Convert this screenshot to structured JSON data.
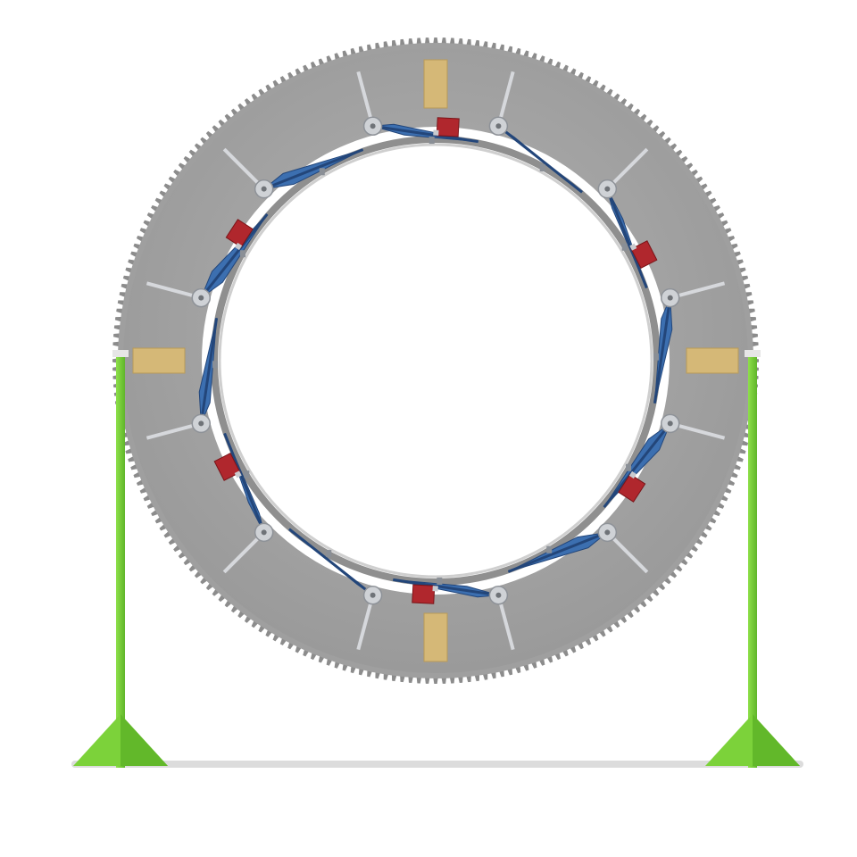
{
  "colors": {
    "background": "#ffffff",
    "gear_ring": "#a6a6a6",
    "gear_teeth": "#8c8c8c",
    "ring_face": "#a9a9a9",
    "spoke": "#d6d8dc",
    "tan_block": "#d5b877",
    "inner_bearing": "#9a9a9a",
    "arm_blue": "#3c6fb0",
    "arm_blue_dark": "#23467a",
    "pulley": "#cfd2d6",
    "red_block": "#b0272d",
    "stand_green": "#7cd23a",
    "stand_green_dark": "#56a822",
    "shadow": "#d9d9d9"
  },
  "icons": {
    "gear_ring": "gear-ring-icon",
    "linkage": "iris-linkage-icon",
    "stand": "support-stand-icon"
  },
  "counts": {
    "gear_teeth": 240,
    "spokes": 12,
    "tan_blocks": 4,
    "linkage_arms": 12,
    "red_blocks": 6
  }
}
